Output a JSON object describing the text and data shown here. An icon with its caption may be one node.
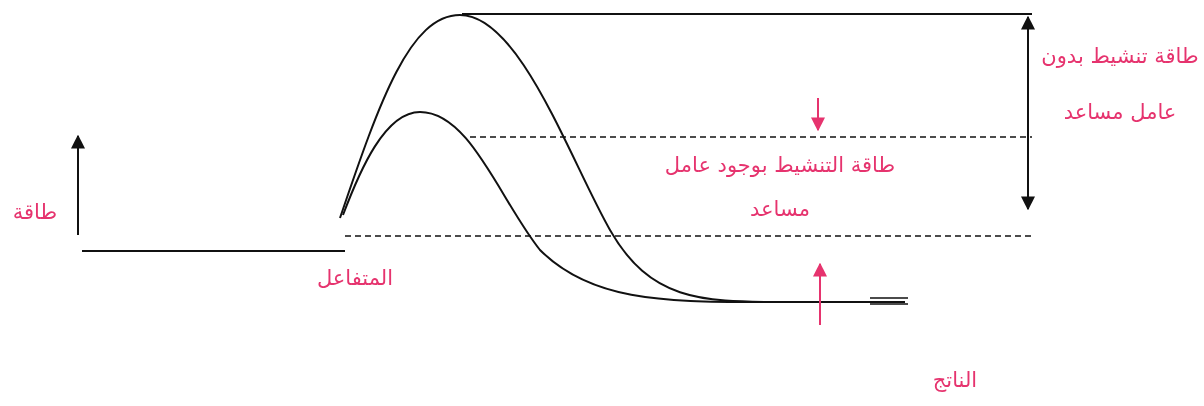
{
  "diagram": {
    "labels": [
      "طاقة تنشيط بدون عامل مساعد",
      "طاقة",
      "طاقة التنشيط بوجود عامل مساعد",
      "المتفاعل",
      "الناتج"
    ]
  }
}
